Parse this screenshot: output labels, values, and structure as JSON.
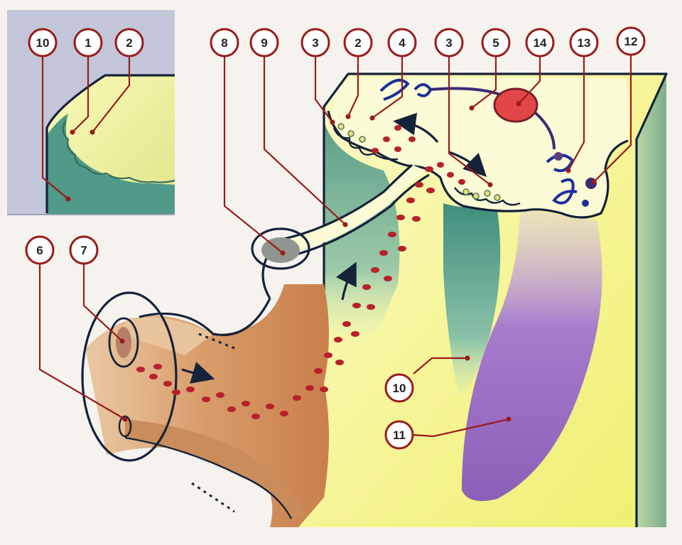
{
  "colors": {
    "membrane_yellow": "#f3f294",
    "wall_teal": "#5fa592",
    "wall_purple": "#9a6bc0",
    "vessel_orange": "#d9a070",
    "blood_cell_red": "#b8212b",
    "callout_ring": "#9a1b1b",
    "outline_navy": "#15223a",
    "node_red": "#e34646",
    "inset_bg": "#c3c6d8"
  },
  "inset_callouts": [
    {
      "label": "10"
    },
    {
      "label": "1"
    },
    {
      "label": "2"
    }
  ],
  "main_callouts": [
    {
      "label": "8"
    },
    {
      "label": "9"
    },
    {
      "label": "3"
    },
    {
      "label": "2"
    },
    {
      "label": "4"
    },
    {
      "label": "3"
    },
    {
      "label": "5"
    },
    {
      "label": "14"
    },
    {
      "label": "13"
    },
    {
      "label": "12"
    },
    {
      "label": "6"
    },
    {
      "label": "7"
    },
    {
      "label": "10"
    },
    {
      "label": "11"
    }
  ]
}
